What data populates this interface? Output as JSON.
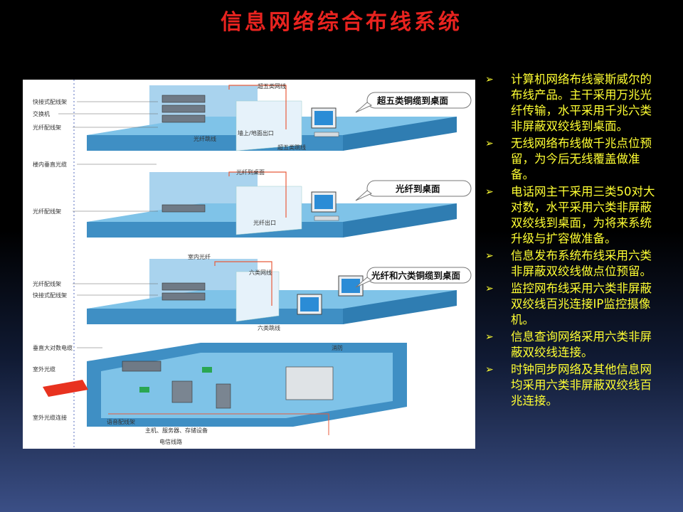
{
  "title": "信息网络综合布线系统",
  "diagram": {
    "floor_labels": [
      "快接式配线架",
      "交换机",
      "光纤配线架",
      "楼内垂直光缆",
      "光纤配线架",
      "光纤配线架",
      "快接式配线架",
      "垂直大对数电缆",
      "室外光缆",
      "室外光缆连接"
    ],
    "floor1": {
      "top_label": "超五类网线",
      "outlet": "墙上/地面出口",
      "patch_fiber": "光纤跳线",
      "patch_cat5": "超五类跳线",
      "callout": "超五类铜缆到桌面"
    },
    "floor2": {
      "top_label": "光纤到桌面",
      "outlet": "光纤出口",
      "callout": "光纤到桌面"
    },
    "floor3": {
      "top_label": "室内光纤",
      "cat6": "六类网线",
      "patch": "六类跳线",
      "callout": "光纤和六类铜缆到桌面"
    },
    "basement": {
      "voice_panel": "语音配线架",
      "hosts": "主机、服务器、存储设备",
      "telecom": "电信线路",
      "fire": "消防"
    }
  },
  "bullets": [
    "计算机网络布线豪斯威尔的布线产品。主干采用万兆光纤传输，水平采用千兆六类非屏蔽双绞线到桌面。",
    "无线网络布线做千兆点位预留，为今后无线覆盖做准备。",
    "电话网主干采用三类50对大对数，水平采用六类非屏蔽双绞线到桌面，为将来系统升级与扩容做准备。",
    "信息发布系统布线采用六类非屏蔽双绞线做点位预留。",
    "监控网布线采用六类非屏蔽双绞线百兆连接IP监控摄像机。",
    "信息查询网络采用六类非屏蔽双绞线连接。",
    "时钟同步网络及其他信息网均采用六类非屏蔽双绞线百兆连接。"
  ],
  "colors": {
    "title": "#e8231f",
    "bullet_text": "#ffff33",
    "floor": "#7fc3e8",
    "floor_side": "#3f8fc4",
    "wall": "#b9dcf1",
    "cable": "#e85c3c"
  }
}
